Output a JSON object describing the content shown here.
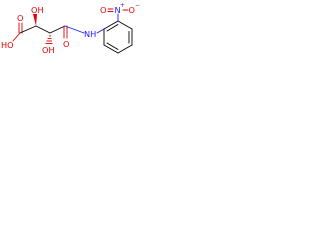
{
  "labels": {
    "ho_acid": "HO",
    "o_acid": "O",
    "oh_upper": "OH",
    "oh_lower": "OH",
    "o_amide": "O",
    "nh": "NH",
    "n_nitro": "N",
    "n_charge": "+",
    "o_nitro_1": "O",
    "o_nitro_1_charge": "−",
    "o_nitro_2": "O"
  },
  "colors": {
    "bond": "#000000",
    "oxygen": "#e00000",
    "nitrogen": "#1a1aff",
    "background": "#ffffff"
  }
}
